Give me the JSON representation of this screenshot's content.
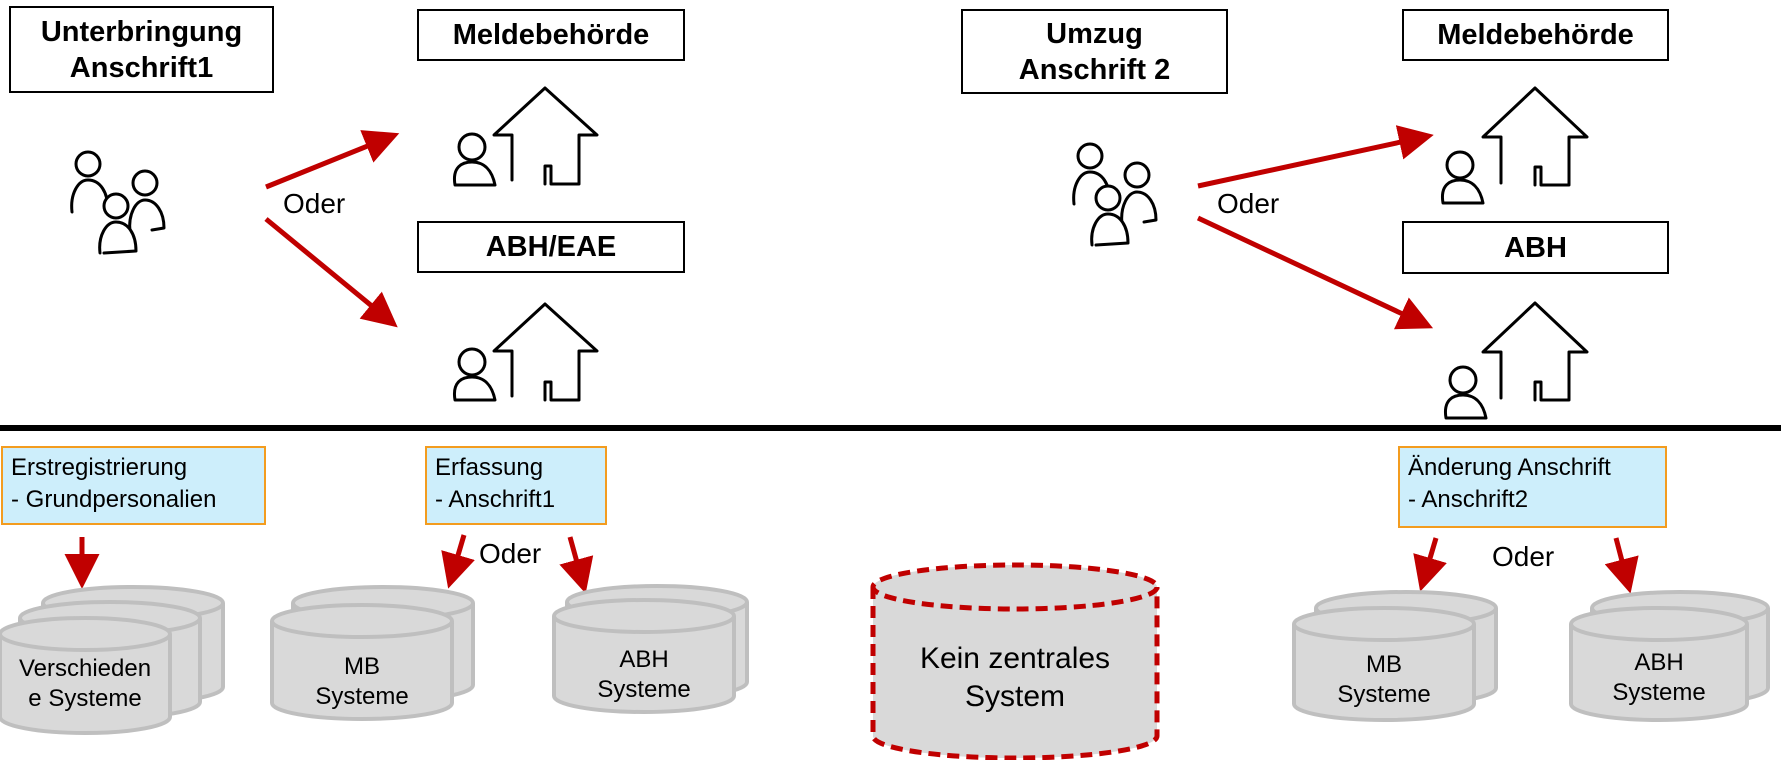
{
  "headers": {
    "unterbringung": "Unterbringung\nAnschrift1",
    "meldebehoerde_left": "Meldebehörde",
    "abh_eae": "ABH/EAE",
    "umzug": "Umzug\nAnschrift 2",
    "meldebehoerde_right": "Meldebehörde",
    "abh": "ABH"
  },
  "connectors": {
    "oder_top_left": "Oder",
    "oder_top_right": "Oder",
    "oder_bottom_mid": "Oder",
    "oder_bottom_right": "Oder"
  },
  "process_notes": {
    "erstregistrierung": "Erstregistrierung\n-     Grundpersonalien",
    "erfassung": "Erfassung\n-     Anschrift1",
    "aenderung": "Änderung Anschrift\n- Anschrift2"
  },
  "databases": {
    "verschiedene": "Verschieden\ne Systeme",
    "mb_left": "MB\nSysteme",
    "abh_left": "ABH\nSysteme",
    "kein_zentrales": "Kein zentrales\nSystem",
    "mb_right": "MB\nSysteme",
    "abh_right": "ABH\nSysteme"
  },
  "colors": {
    "arrow": "#c00000",
    "db_fill": "#d9d9d9",
    "db_stroke": "#bfbfbf",
    "note_fill": "#cdeefb",
    "note_border": "#f39c1f"
  },
  "icons": [
    "group-of-people-icon",
    "person-icon",
    "house-icon"
  ]
}
